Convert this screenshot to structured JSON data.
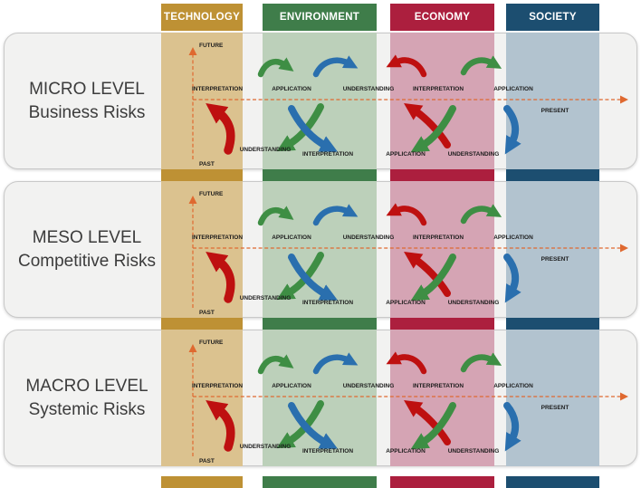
{
  "columns": [
    {
      "label": "TECHNOLOGY",
      "header_color": "#BE9134",
      "tint_color": "#DBC28F"
    },
    {
      "label": "ENVIRONMENT",
      "header_color": "#3F7D4A",
      "tint_color": "#BCD0BA"
    },
    {
      "label": "ECONOMY",
      "header_color": "#AC1F3E",
      "tint_color": "#D5A4B4"
    },
    {
      "label": "SOCIETY",
      "header_color": "#1C4E70",
      "tint_color": "#B2C3CF"
    }
  ],
  "rows": [
    {
      "level": "MICRO LEVEL",
      "risks": "Business Risks"
    },
    {
      "level": "MESO LEVEL",
      "risks": "Competitive Risks"
    },
    {
      "level": "MACRO LEVEL",
      "risks": "Systemic Risks"
    }
  ],
  "timeline": {
    "future": "FUTURE",
    "past": "PAST",
    "present": "PRESENT"
  },
  "stages": {
    "interpretation": "INTERPRETATION",
    "application": "APPLICATION",
    "understanding": "UNDERSTANDING"
  },
  "colors": {
    "arrow_green": "#3E8E44",
    "arrow_blue": "#2A6FAE",
    "arrow_red": "#BE1010",
    "timeline_dashed": "#DF6930",
    "band_background": "#F2F2F1"
  }
}
